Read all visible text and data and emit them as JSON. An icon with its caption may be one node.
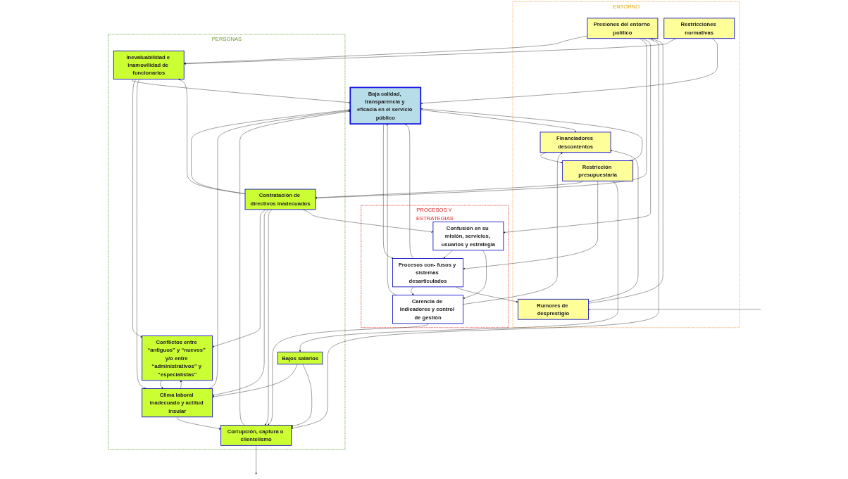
{
  "diagram": {
    "nodes": [
      {
        "text": [
          "ENTORNO"
        ]
      },
      {
        "text": [
          "Presiones del entorno político"
        ],
        "in": 0
      },
      {
        "text": [
          "Restricciones normativas"
        ],
        "in": 0
      },
      {
        "text": [
          "Restricción presupuestaria"
        ],
        "in": 0
      },
      {
        "text": [
          "Financiadores descontentos"
        ],
        "in": 0
      },
      {
        "text": [
          "Rumores de desprestigio"
        ],
        "in": 0
      },
      {
        "text": [
          "PERSONAS"
        ]
      },
      {
        "text": [
          "Inevaluabilidad e inamovilidad de funcionarios"
        ],
        "in": 6
      },
      {
        "text": [
          "Contratación de directivos inadecuados"
        ],
        "in": 6
      },
      {
        "text": [
          "Baja calidad, transparencia y eficacia en el servicio público"
        ]
      },
      {
        "text": [
          "PROCESOS Y ESTRATEGIAS"
        ]
      },
      {
        "text": [
          "Carencia de indicadores y control de gestión"
        ],
        "in": 10
      },
      {
        "text": [
          "Procesos con- fusos y sistemas desarticulados"
        ],
        "in": 10
      },
      {
        "text": [
          "Conflictos entre “antiguos” y “nuevos” y/o entre “administrativos” y “especialistas”"
        ],
        "in": 6
      },
      {
        "text": [
          "Clima laboral inadecuado y actitud insular"
        ],
        "in": 6
      },
      {
        "text": [
          "Bajos salarios"
        ],
        "in": 6
      },
      {
        "text": [
          "Confusión en su misión, servicios, usuarios y estrategia"
        ],
        "in": 10
      },
      {
        "text": [
          "Corrupción, captura o clientelismo"
        ],
        "in": 6
      }
    ],
    "edges": [
      {
        "from": null,
        "to": 5,
        "arrow": "to"
      },
      {
        "from": 5,
        "to": 4,
        "arrow": "to"
      },
      {
        "from": 5,
        "to": 1,
        "arrow": "to"
      },
      {
        "from": 4,
        "to": 3,
        "arrow": "to"
      },
      {
        "from": 1,
        "to": 7,
        "arrow": "to"
      },
      {
        "from": 1,
        "to": 8,
        "arrow": "to"
      },
      {
        "from": 1,
        "to": 16,
        "arrow": "to"
      },
      {
        "from": 1,
        "to": 17,
        "arrow": "to"
      },
      {
        "from": 2,
        "to": 7,
        "arrow": "to"
      },
      {
        "from": 2,
        "to": 9,
        "arrow": "to"
      },
      {
        "from": 3,
        "to": 8,
        "arrow": "to"
      },
      {
        "from": 3,
        "to": 9,
        "arrow": "to"
      },
      {
        "from": 3,
        "to": 12,
        "arrow": "to"
      },
      {
        "from": 3,
        "to": 15,
        "arrow": "to"
      },
      {
        "from": 9,
        "to": 4,
        "arrow": "to"
      },
      {
        "from": 9,
        "to": 12,
        "arrow": "to"
      },
      {
        "from": 7,
        "to": 9,
        "arrow": "to"
      },
      {
        "from": 8,
        "to": 7,
        "arrow": "to"
      },
      {
        "from": 8,
        "to": 9,
        "arrow": "to"
      },
      {
        "from": 11,
        "to": 9,
        "arrow": "to"
      },
      {
        "from": 12,
        "to": 11,
        "arrow": "to"
      },
      {
        "from": 12,
        "to": 5,
        "arrow": "to"
      },
      {
        "from": 11,
        "to": 4,
        "arrow": "to"
      },
      {
        "from": 7,
        "to": 13,
        "arrow": "to"
      },
      {
        "from": 7,
        "to": 14,
        "arrow": "to"
      },
      {
        "from": 8,
        "to": 13,
        "arrow": "to"
      },
      {
        "from": 8,
        "to": 14,
        "arrow": "to"
      },
      {
        "from": 8,
        "to": 17,
        "arrow": "to"
      },
      {
        "from": 8,
        "to": 16,
        "arrow": "to"
      },
      {
        "from": 13,
        "to": 14,
        "arrow": "to"
      },
      {
        "from": 14,
        "to": 13,
        "arrow": "to"
      },
      {
        "from": 14,
        "to": 9,
        "arrow": "to"
      },
      {
        "from": 14,
        "to": 17,
        "arrow": "to"
      },
      {
        "from": 17,
        "to": 9,
        "arrow": "to"
      },
      {
        "from": 15,
        "to": 14,
        "arrow": "to"
      },
      {
        "from": 15,
        "to": 17,
        "arrow": "to"
      },
      {
        "from": 16,
        "to": 12,
        "arrow": "to"
      },
      {
        "from": 16,
        "to": 11,
        "arrow": "to"
      },
      {
        "from": 12,
        "to": 9,
        "arrow": "to"
      },
      {
        "from": 11,
        "to": 17,
        "arrow": "to"
      },
      {
        "from": 17,
        "to": null,
        "arrow": "to"
      }
    ]
  }
}
